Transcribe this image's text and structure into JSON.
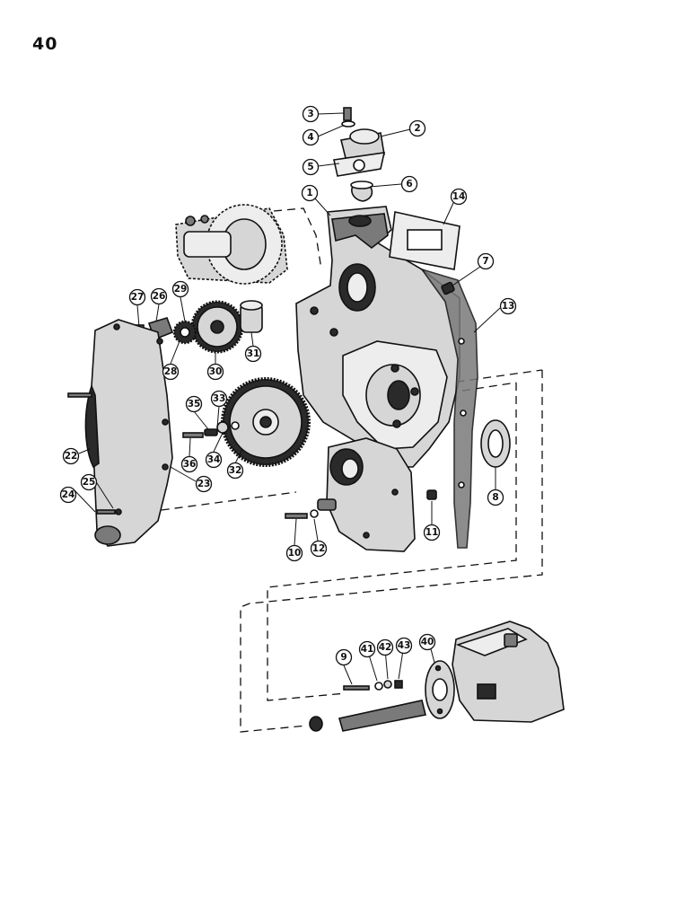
{
  "page": {
    "number": "40"
  },
  "callouts": [
    {
      "id": "1"
    },
    {
      "id": "2"
    },
    {
      "id": "3"
    },
    {
      "id": "4"
    },
    {
      "id": "5"
    },
    {
      "id": "6"
    },
    {
      "id": "7"
    },
    {
      "id": "8"
    },
    {
      "id": "9"
    },
    {
      "id": "10"
    },
    {
      "id": "11"
    },
    {
      "id": "12"
    },
    {
      "id": "13"
    },
    {
      "id": "14"
    },
    {
      "id": "22"
    },
    {
      "id": "23"
    },
    {
      "id": "24"
    },
    {
      "id": "25"
    },
    {
      "id": "26"
    },
    {
      "id": "27"
    },
    {
      "id": "28"
    },
    {
      "id": "29"
    },
    {
      "id": "30"
    },
    {
      "id": "31"
    },
    {
      "id": "32"
    },
    {
      "id": "33"
    },
    {
      "id": "34"
    },
    {
      "id": "35"
    },
    {
      "id": "36"
    },
    {
      "id": "40"
    },
    {
      "id": "41"
    },
    {
      "id": "42"
    },
    {
      "id": "43"
    }
  ]
}
